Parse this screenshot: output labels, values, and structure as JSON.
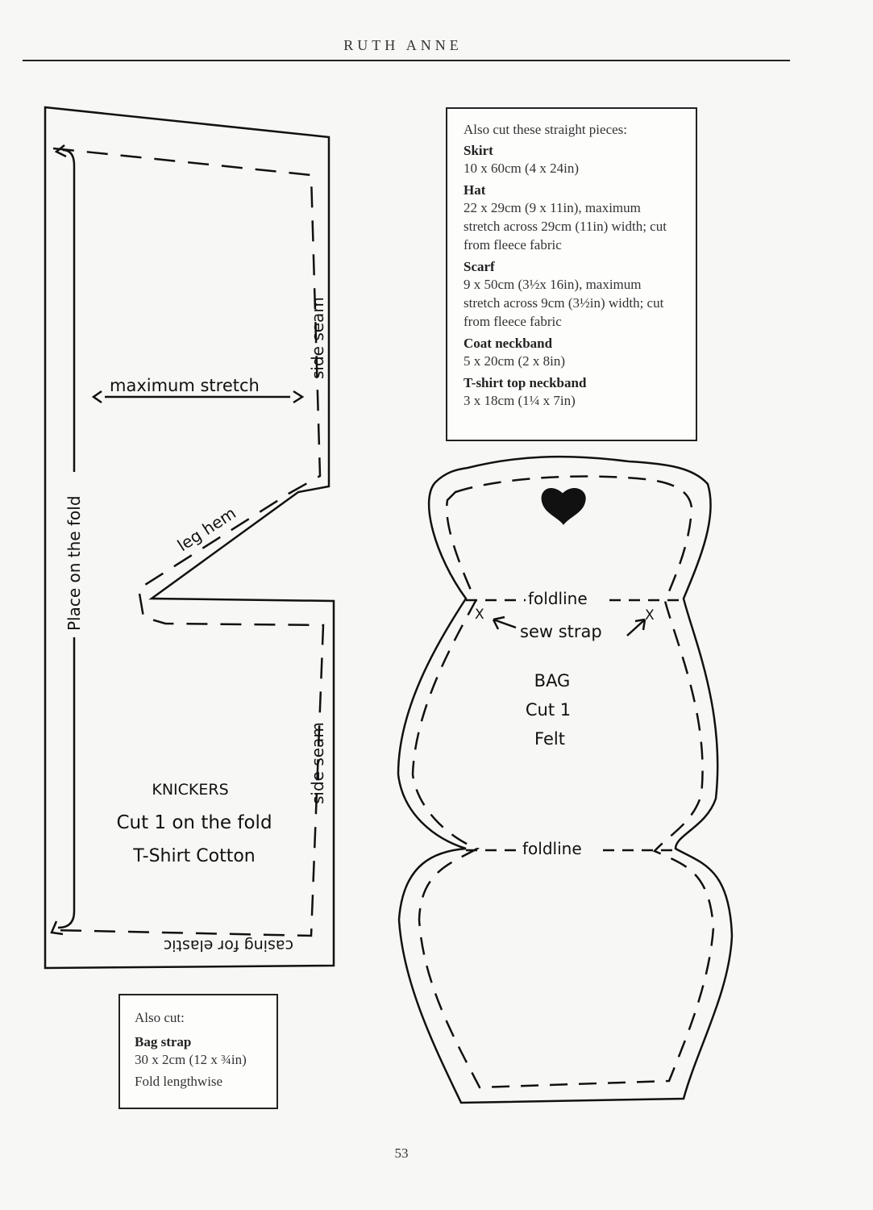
{
  "header": {
    "title": "RUTH ANNE"
  },
  "knickers_pattern": {
    "title": "KNICKERS",
    "instruction": "Cut 1 on the fold",
    "fabric": "T-Shirt Cotton",
    "fold_label": "Place on the fold",
    "stretch_label": "maximum stretch",
    "side_seam_label": "side seam",
    "leg_hem_label": "leg hem",
    "casing_label": "casing for elastic"
  },
  "bag_pattern": {
    "title": "BAG",
    "instruction": "Cut 1",
    "fabric": "Felt",
    "foldline_label": "foldline",
    "sew_strap_label": "sew strap",
    "marker": "X"
  },
  "straight_pieces": {
    "intro": "Also cut these straight pieces:",
    "items": [
      {
        "name": "Skirt",
        "desc": "10 x 60cm (4 x 24in)"
      },
      {
        "name": "Hat",
        "desc": "22 x 29cm (9 x 11in), maximum stretch across 29cm (11in) width; cut from fleece fabric"
      },
      {
        "name": "Scarf",
        "desc": "9 x 50cm (3½x 16in), maximum stretch across 9cm (3½in) width; cut from fleece fabric"
      },
      {
        "name": "Coat neckband",
        "desc": "5 x 20cm (2 x 8in)"
      },
      {
        "name": "T-shirt top neckband",
        "desc": "3 x 18cm (1¼ x 7in)"
      }
    ]
  },
  "also_cut": {
    "intro": "Also cut:",
    "name": "Bag strap",
    "desc": "30 x 2cm (12 x ¾in)",
    "note": "Fold lengthwise"
  },
  "page_number": "53"
}
